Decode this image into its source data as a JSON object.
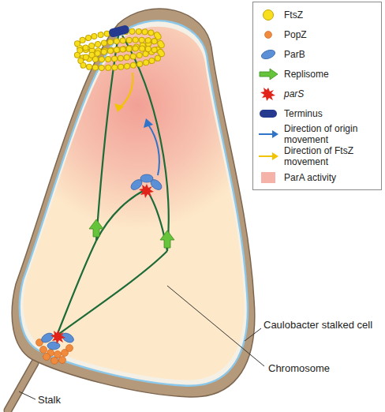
{
  "diagram": {
    "labels": [
      "Caulobacter stalked cell",
      "Chromosome",
      "Stalk"
    ],
    "legend": [
      {
        "text": "FtsZ"
      },
      {
        "text": "PopZ"
      },
      {
        "text": "ParB"
      },
      {
        "text": "Replisome"
      },
      {
        "text": "parS"
      },
      {
        "text": "Terminus"
      },
      {
        "text": "Direction of origin movement"
      },
      {
        "text": "Direction of FtsZ movement"
      },
      {
        "text": "ParA activity",
        "color": "#f5b2a8"
      }
    ]
  }
}
